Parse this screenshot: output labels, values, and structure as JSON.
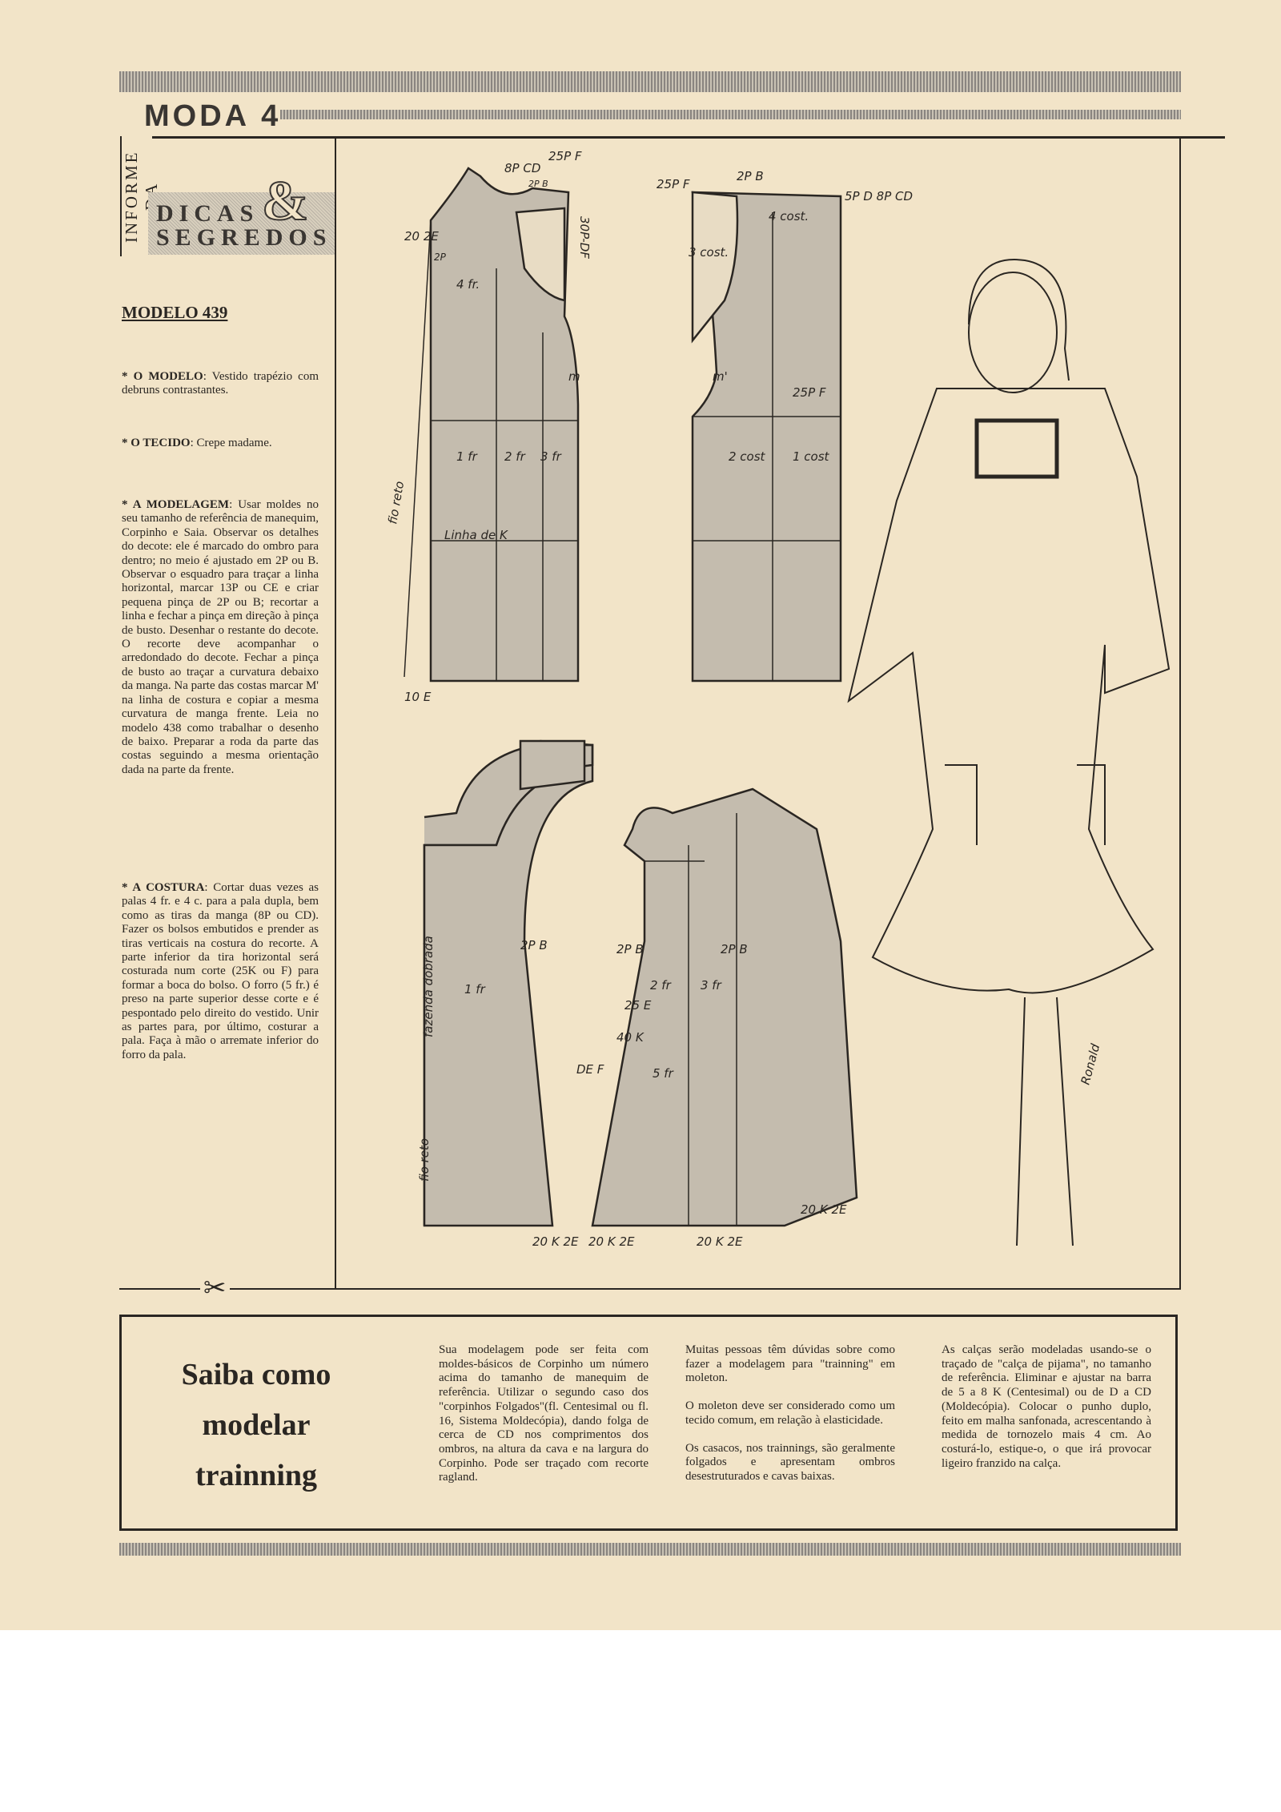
{
  "header": {
    "section": "MODA",
    "page_number": "4",
    "column_label": "INFORME DA",
    "column_title_1": "DICAS",
    "column_title_ampersand": "&",
    "column_title_2": "SEGREDOS"
  },
  "article": {
    "title": "MODELO 439",
    "paragraphs": [
      {
        "label": "* O MODELO",
        "text": ": Vestido trapézio com debruns contrastantes."
      },
      {
        "label": "* O TECIDO",
        "text": ": Crepe madame."
      },
      {
        "label": "* A MODELAGEM",
        "text": ": Usar moldes no seu tamanho de referência de manequim, Corpinho e Saia. Observar os detalhes do decote: ele é marcado do ombro para dentro; no meio é ajustado em 2P ou B. Observar o esquadro para traçar a linha horizontal, marcar 13P ou CE e criar pequena pinça de 2P ou B; recortar a linha e fechar a pinça em direção à pinça de busto. Desenhar o restante do decote. O recorte deve acompanhar o arredondado do decote. Fechar a pinça de busto ao traçar a curvatura debaixo da manga. Na parte das costas marcar M' na linha de costura e copiar a mesma curvatura de manga frente. Leia no modelo 438 como trabalhar o desenho de baixo. Preparar a roda da parte das costas seguindo a mesma orientação dada na parte da frente."
      },
      {
        "label": "* A COSTURA",
        "text": ": Cortar duas vezes as palas 4 fr. e 4 c. para a pala dupla, bem como as tiras da manga (8P ou CD). Fazer os bolsos embutidos e prender as tiras verticais na costura do recorte. A parte inferior da tira horizontal será costurada num corte (25K ou F) para formar a boca do bolso. O forro (5 fr.) é preso na parte superior desse corte e é pespontado pelo direito do vestido. Unir as partes para, por último, costurar a pala. Faça à mão o arremate inferior do forro da pala."
      }
    ]
  },
  "pattern_labels": {
    "front": {
      "top": "8P CD",
      "a": "2P B",
      "b": "25P F",
      "c": "30P-DF",
      "side1": "20 2E",
      "side2": "2P",
      "yoke": "4 fr.",
      "m": "m",
      "p1": "1 fr",
      "p2": "2 fr",
      "p3": "3 fr",
      "linha": "Linha de K",
      "fio": "fio reto",
      "bottom": "10 E"
    },
    "back": {
      "a": "25P F",
      "b": "2P B",
      "c": "5P D 8P CD",
      "yoke": "4 cost.",
      "p3": "3 cost.",
      "m": "m'",
      "d": "25P F",
      "p2": "2 cost",
      "p1": "1 cost"
    },
    "skirt": {
      "fold": "fazenda dobrada",
      "fio": "fio reto",
      "b1": "2P B",
      "b2": "2P B",
      "b3": "2P B",
      "p1": "1 fr",
      "p2": "2 fr",
      "p3": "3 fr",
      "p5": "5 fr",
      "k40": "40 K",
      "def": "DE F",
      "k25": "25 E",
      "h1": "20 K 2E",
      "h2": "20 K 2E",
      "h3": "20 K 2E",
      "h4": "20 K 2E"
    },
    "signature": "Ronald"
  },
  "sidebar_box": {
    "title_lines": [
      "Saiba como",
      "modelar",
      "trainning"
    ],
    "col1": "Sua modelagem pode ser feita com moldes-básicos de Corpinho um número acima do tamanho de manequim de referência. Utilizar o segundo caso dos \"corpinhos Folgados\"(fl. Centesimal ou fl. 16, Sistema Moldecópia), dando folga de cerca de CD nos comprimentos dos ombros, na altura da cava e na largura do Corpinho. Pode ser traçado com recorte ragland.",
    "col2": [
      "Muitas pessoas têm dúvidas sobre como fazer a modelagem para \"trainning\" em moleton.",
      "O moleton deve ser considerado como um tecido comum, em relação à elasticidade.",
      "Os casacos, nos trainnings, são geralmente folgados e apresentam ombros desestruturados e cavas baixas."
    ],
    "col3": "As calças serão modeladas usando-se o traçado de \"calça de pijama\", no tamanho de referência. Eliminar e ajustar na barra de 5 a 8 K (Centesimal) ou de D a CD (Moldecópia). Colocar o punho duplo, feito em malha sanfonada, acrescentando à medida de tornozelo mais 4 cm. Ao costurá-lo, estique-o, o que irá provocar ligeiro franzido na calça."
  }
}
